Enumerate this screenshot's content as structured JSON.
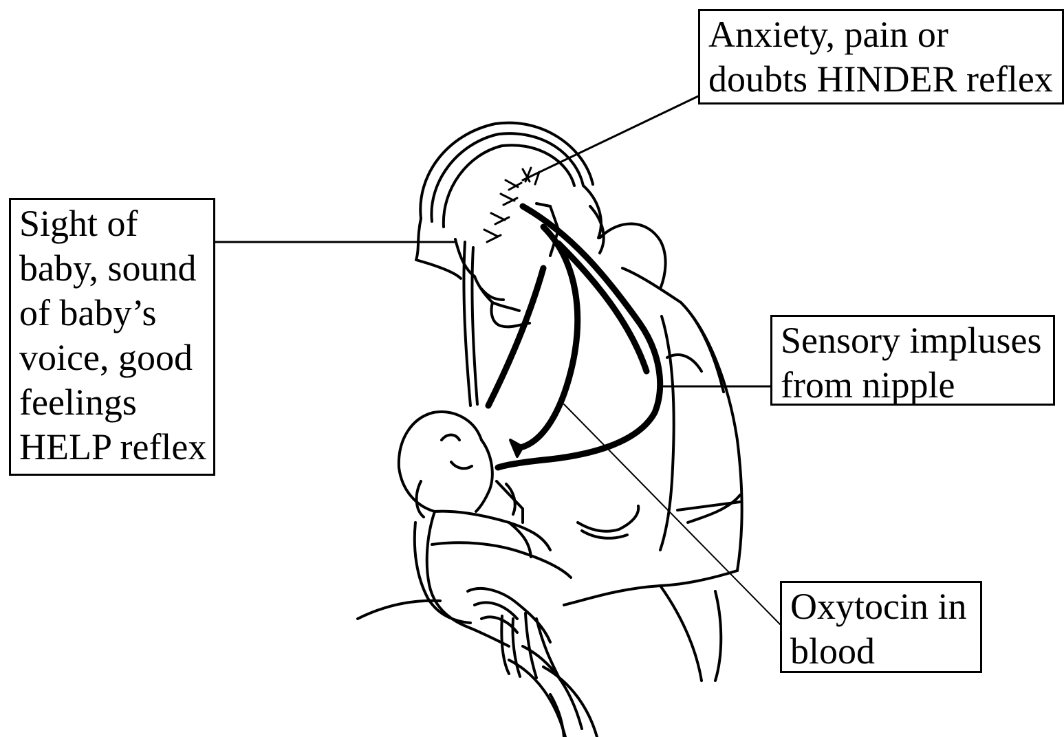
{
  "labels": {
    "anxiety": [
      "Anxiety, pain or",
      "doubts HINDER reflex"
    ],
    "sight": [
      "Sight of",
      "baby, sound",
      "of baby’s",
      "voice, good",
      "feelings",
      "HELP reflex"
    ],
    "sensory": [
      "Sensory impluses",
      "from nipple"
    ],
    "oxytocin": [
      "Oxytocin in",
      "blood"
    ]
  },
  "colors": {
    "ink": "#000000",
    "background": "#ffffff"
  }
}
